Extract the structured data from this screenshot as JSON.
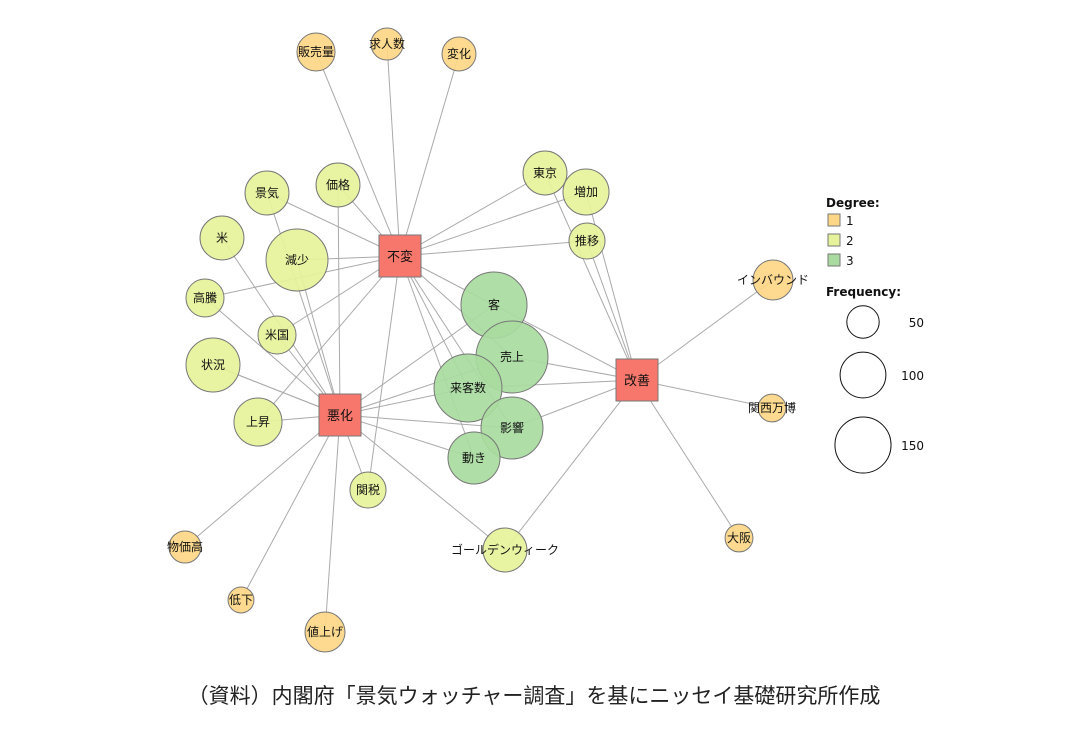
{
  "colors": {
    "degree1": "#FDD785",
    "degree2": "#E6F39A",
    "degree3": "#A9DBA0",
    "hub": "#F8776C",
    "edge": "#AAAAAA",
    "stroke": "#777777"
  },
  "hubs": [
    {
      "label": "不変"
    },
    {
      "label": "悪化"
    },
    {
      "label": "改善"
    }
  ],
  "nodes": [
    {
      "label": "販売量",
      "degree": 1,
      "frequency": 69
    },
    {
      "label": "求人数",
      "degree": 1,
      "frequency": 49
    },
    {
      "label": "変化",
      "degree": 1,
      "frequency": 55
    },
    {
      "label": "東京",
      "degree": 2,
      "frequency": 92
    },
    {
      "label": "増加",
      "degree": 2,
      "frequency": 101
    },
    {
      "label": "推移",
      "degree": 2,
      "frequency": 62
    },
    {
      "label": "景気",
      "degree": 2,
      "frequency": 92
    },
    {
      "label": "価格",
      "degree": 2,
      "frequency": 92
    },
    {
      "label": "米",
      "degree": 2,
      "frequency": 92
    },
    {
      "label": "減少",
      "degree": 2,
      "frequency": 183
    },
    {
      "label": "高騰",
      "degree": 2,
      "frequency": 69
    },
    {
      "label": "米国",
      "degree": 2,
      "frequency": 69
    },
    {
      "label": "状況",
      "degree": 2,
      "frequency": 139
    },
    {
      "label": "上昇",
      "degree": 2,
      "frequency": 110
    },
    {
      "label": "関税",
      "degree": 2,
      "frequency": 62
    },
    {
      "label": "物価高",
      "degree": 1,
      "frequency": 49
    },
    {
      "label": "低下",
      "degree": 1,
      "frequency": 32
    },
    {
      "label": "値上げ",
      "degree": 1,
      "frequency": 76
    },
    {
      "label": "ゴールデンウィーク",
      "degree": 2,
      "frequency": 92
    },
    {
      "label": "客",
      "degree": 3,
      "frequency": 208
    },
    {
      "label": "売上",
      "degree": 3,
      "frequency": 247
    },
    {
      "label": "来客数",
      "degree": 3,
      "frequency": 220
    },
    {
      "label": "影響",
      "degree": 3,
      "frequency": 183
    },
    {
      "label": "動き",
      "degree": 3,
      "frequency": 129
    },
    {
      "label": "インバウンド",
      "degree": 1,
      "frequency": 76
    },
    {
      "label": "関西万博",
      "degree": 1,
      "frequency": 37
    },
    {
      "label": "大阪",
      "degree": 1,
      "frequency": 37
    }
  ],
  "edges": [
    [
      "不変",
      "販売量"
    ],
    [
      "不変",
      "求人数"
    ],
    [
      "不変",
      "変化"
    ],
    [
      "不変",
      "東京"
    ],
    [
      "不変",
      "増加"
    ],
    [
      "不変",
      "推移"
    ],
    [
      "不変",
      "景気"
    ],
    [
      "不変",
      "価格"
    ],
    [
      "不変",
      "減少"
    ],
    [
      "不変",
      "高騰"
    ],
    [
      "不変",
      "米国"
    ],
    [
      "不変",
      "客"
    ],
    [
      "不変",
      "売上"
    ],
    [
      "不変",
      "来客数"
    ],
    [
      "不変",
      "影響"
    ],
    [
      "不変",
      "動き"
    ],
    [
      "不変",
      "関税"
    ],
    [
      "不変",
      "上昇"
    ],
    [
      "悪化",
      "米"
    ],
    [
      "悪化",
      "高騰"
    ],
    [
      "悪化",
      "米国"
    ],
    [
      "悪化",
      "状況"
    ],
    [
      "悪化",
      "上昇"
    ],
    [
      "悪化",
      "関税"
    ],
    [
      "悪化",
      "物価高"
    ],
    [
      "悪化",
      "低下"
    ],
    [
      "悪化",
      "値上げ"
    ],
    [
      "悪化",
      "ゴールデンウィーク"
    ],
    [
      "悪化",
      "価格"
    ],
    [
      "悪化",
      "減少"
    ],
    [
      "悪化",
      "客"
    ],
    [
      "悪化",
      "来客数"
    ],
    [
      "悪化",
      "影響"
    ],
    [
      "悪化",
      "動き"
    ],
    [
      "悪化",
      "売上"
    ],
    [
      "悪化",
      "景気"
    ],
    [
      "悪化",
      "状況"
    ],
    [
      "改善",
      "東京"
    ],
    [
      "改善",
      "増加"
    ],
    [
      "改善",
      "推移"
    ],
    [
      "改善",
      "インバウンド"
    ],
    [
      "改善",
      "関西万博"
    ],
    [
      "改善",
      "大阪"
    ],
    [
      "改善",
      "ゴールデンウィーク"
    ],
    [
      "改善",
      "客"
    ],
    [
      "改善",
      "売上"
    ],
    [
      "改善",
      "来客数"
    ],
    [
      "改善",
      "影響"
    ]
  ],
  "legend": {
    "degree_title": "Degree:",
    "degree_items": [
      {
        "label": "1"
      },
      {
        "label": "2"
      },
      {
        "label": "3"
      }
    ],
    "frequency_title": "Frequency:",
    "frequency_items": [
      {
        "label": "50",
        "value": 50
      },
      {
        "label": "100",
        "value": 100
      },
      {
        "label": "150",
        "value": 150
      }
    ]
  },
  "caption": "（資料）内閣府「景気ウォッチャー調査」を基にニッセイ基礎研究所作成"
}
